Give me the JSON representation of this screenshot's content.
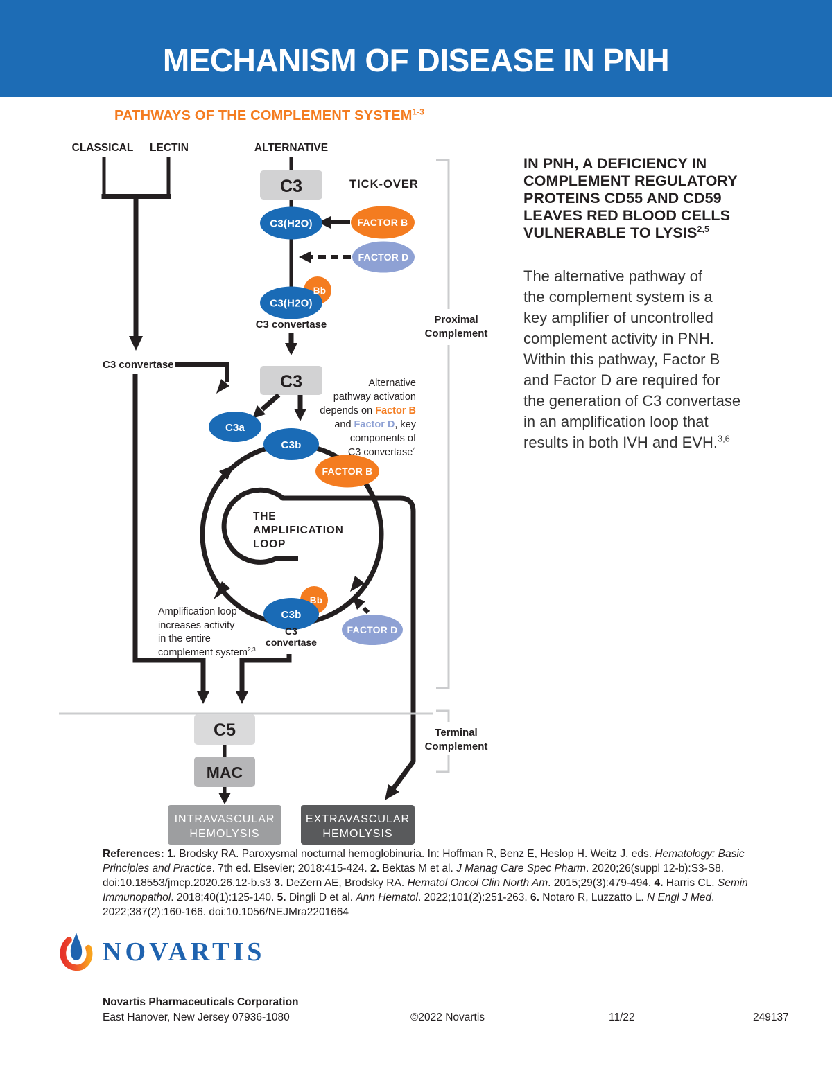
{
  "colors": {
    "header_blue": "#1d6cb5",
    "node_blue": "#1a6bb6",
    "orange": "#f47c20",
    "periwinkle": "#8ea1d4",
    "gray_box": "#d2d2d3",
    "c5_box": "#dadadb",
    "mac_box": "#b6b6b8",
    "intravascular_box": "#9d9ea0",
    "extravascular_box": "#595a5c",
    "tickover_gray": "#a9abae",
    "bracket_gray": "#cbccce",
    "ink": "#231f20",
    "novartis_blue": "#1f63af"
  },
  "header": {
    "title": "MECHANISM OF DISEASE IN PNH"
  },
  "diagram": {
    "subtitle": "PATHWAYS OF THE COMPLEMENT SYSTEM",
    "subtitle_sup": "1-3",
    "classical": "CLASSICAL",
    "lectin": "LECTIN",
    "alternative": "ALTERNATIVE",
    "tick_over": "TICK-OVER",
    "c3": "C3",
    "c3h2o": "C3(H2O)",
    "factor_b": "FACTOR B",
    "factor_d": "FACTOR D",
    "bb": "Bb",
    "c3_convertase": "C3 convertase",
    "c3a": "C3a",
    "c3b": "C3b",
    "conv2": {
      "l1": "C3",
      "l2": "convertase"
    },
    "proximal": {
      "l1": "Proximal",
      "l2": "Complement"
    },
    "terminal": {
      "l1": "Terminal",
      "l2": "Complement"
    },
    "loop_title": [
      "THE",
      "AMPLIFICATION",
      "LOOP"
    ],
    "note_alt": {
      "t1": "Alternative\npathway activation\ndepends on ",
      "fb": "Factor B",
      "t2": "\nand ",
      "fd": "Factor D",
      "t3": ", key\ncomponents of\nC3 convertase",
      "sup": "4"
    },
    "note_amp": {
      "text": "Amplification loop\nincreases activity\nin the entire\ncomplement system",
      "sup": "2,3"
    },
    "c5": "C5",
    "mac": "MAC",
    "intravascular": {
      "l1": "INTRAVASCULAR",
      "l2": "HEMOLYSIS"
    },
    "extravascular": {
      "l1": "EXTRAVASCULAR",
      "l2": "HEMOLYSIS"
    }
  },
  "aside": {
    "headline_lines": [
      "IN PNH, A DEFICIENCY IN",
      "COMPLEMENT REGULATORY",
      "PROTEINS CD55 AND CD59",
      "LEAVES RED BLOOD CELLS",
      "VULNERABLE TO LYSIS"
    ],
    "headline_sup": "2,5",
    "body_lines": [
      "The alternative pathway of",
      "the complement system is a",
      "key amplifier of uncontrolled",
      "complement activity in PNH.",
      "Within this pathway, Factor B",
      "and Factor D are required for",
      "the generation of C3 convertase",
      "in an amplification loop that",
      "results in both IVH and EVH."
    ],
    "body_sup": "3,6"
  },
  "references": {
    "segments": [
      {
        "style": "bold",
        "text": "References: 1. "
      },
      {
        "style": "regular",
        "text": "Brodsky RA. Paroxysmal nocturnal hemoglobinuria. In: Hoffman R, Benz E, Heslop H. Weitz J, eds. "
      },
      {
        "style": "italic",
        "text": "Hematology: Basic Principles and Practice"
      },
      {
        "style": "regular",
        "text": ". 7th ed. Elsevier; 2018:415-424. "
      },
      {
        "style": "bold",
        "text": "2. "
      },
      {
        "style": "regular",
        "text": "Bektas M et al. "
      },
      {
        "style": "italic",
        "text": "J Manag Care Spec Pharm"
      },
      {
        "style": "regular",
        "text": ". 2020;26(suppl 12-b):S3-S8. doi:10.18553/jmcp.2020.26.12-b.s3 "
      },
      {
        "style": "bold",
        "text": "3. "
      },
      {
        "style": "regular",
        "text": "DeZern AE, Brodsky RA. "
      },
      {
        "style": "italic",
        "text": "Hematol Oncol Clin North Am"
      },
      {
        "style": "regular",
        "text": ". 2015;29(3):479-494. "
      },
      {
        "style": "bold",
        "text": "4. "
      },
      {
        "style": "regular",
        "text": "Harris CL. "
      },
      {
        "style": "italic",
        "text": "Semin Immunopathol"
      },
      {
        "style": "regular",
        "text": ". 2018;40(1):125-140. "
      },
      {
        "style": "bold",
        "text": "5. "
      },
      {
        "style": "regular",
        "text": "Dingli D et al. "
      },
      {
        "style": "italic",
        "text": "Ann Hematol"
      },
      {
        "style": "regular",
        "text": ". 2022;101(2):251-263. "
      },
      {
        "style": "bold",
        "text": "6. "
      },
      {
        "style": "regular",
        "text": "Notaro R, Luzzatto L. "
      },
      {
        "style": "italic",
        "text": "N Engl J Med"
      },
      {
        "style": "regular",
        "text": ". 2022;387(2):160-166. doi:10.1056/NEJMra2201664"
      }
    ]
  },
  "footer": {
    "logo_text": "NOVARTIS",
    "company": "Novartis Pharmaceuticals Corporation",
    "address": "East Hanover, New Jersey 07936-1080",
    "copyright": "©2022 Novartis",
    "date_code": "11/22",
    "job_code": "249137"
  }
}
